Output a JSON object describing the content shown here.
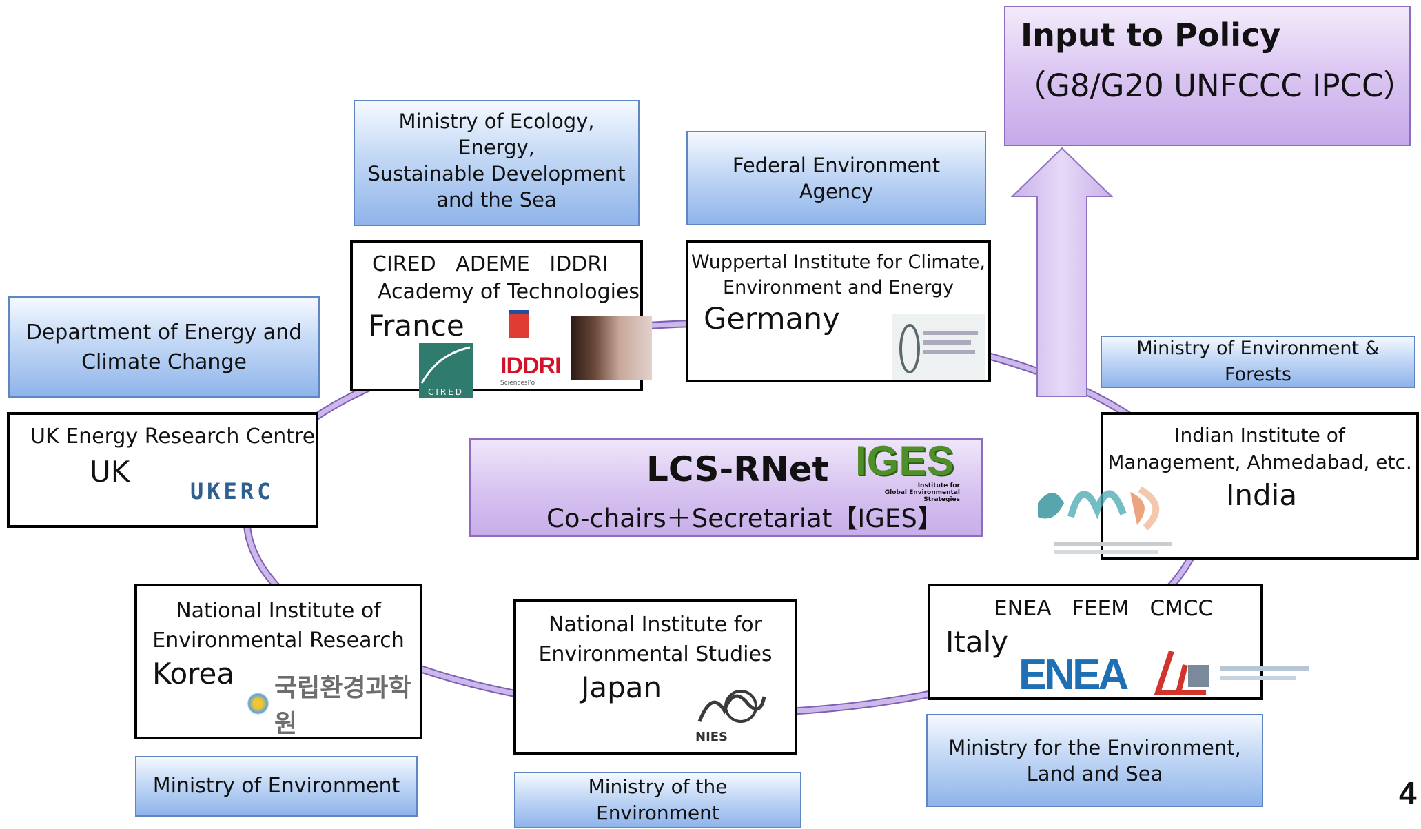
{
  "policy": {
    "title": "Input to Policy",
    "subtitle": "（G8/G20 UNFCCC IPCC）"
  },
  "center": {
    "title": "LCS-RNet",
    "subtitle": "Co-chairs＋Secretariat【IGES】",
    "logo_text": "IGES",
    "logo_caption": "Institute for\nGlobal Environmental\nStrategies"
  },
  "france": {
    "ministry": "Ministry of Ecology, Energy,\nSustainable Development\nand the Sea",
    "institutes_line1": "CIRED   ADEME   IDDRI",
    "institutes_line2": "Academy of Technologies",
    "country": "France",
    "logo_cired": "CIRED",
    "logo_iddri": "IDDRI",
    "logo_sciencespo": "SciencesPo"
  },
  "germany": {
    "ministry": "Federal Environment\nAgency",
    "institute": "Wuppertal Institute for Climate,\nEnvironment and Energy",
    "country": "Germany"
  },
  "uk": {
    "ministry": "Department of Energy and\nClimate Change",
    "institute": "UK Energy Research Centre",
    "country": "UK",
    "logo": "UKERC"
  },
  "india": {
    "ministry": "Ministry of Environment & Forests",
    "institute": "Indian Institute of\nManagement, Ahmedabad, etc.",
    "country": "India"
  },
  "korea": {
    "institute": "National Institute of\nEnvironmental Research",
    "country": "Korea",
    "ministry": "Ministry of Environment",
    "logo_text": "국립환경과학원"
  },
  "japan": {
    "institute": "National Institute for\nEnvironmental Studies",
    "country": "Japan",
    "ministry": "Ministry of the Environment",
    "logo": "NIES"
  },
  "italy": {
    "institutes": "ENEA   FEEM   CMCC",
    "country": "Italy",
    "ministry": "Ministry for the Environment,\nLand and Sea",
    "logo": "ENEA"
  },
  "page_number": "4",
  "colors": {
    "ring": "#c5aee6",
    "ring_outline": "#8a6bbf",
    "arrow": "#d2bcef",
    "ministry_border": "#5e86c3"
  }
}
